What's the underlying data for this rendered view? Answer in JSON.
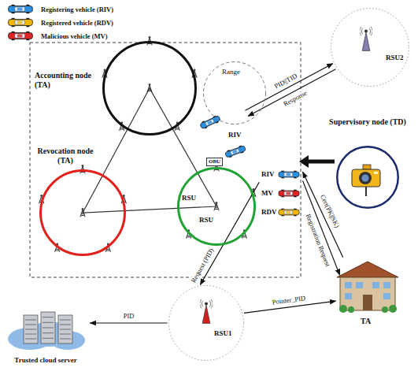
{
  "diagram": {
    "nodes": [
      {
        "text": [
          "Accounting node (TA)"
        ]
      },
      {
        "text": [
          "Revocation node (TA)"
        ]
      },
      {
        "text": [
          "RSU",
          "RSU"
        ]
      },
      {
        "text": [
          "Range"
        ]
      },
      {
        "text": [
          "RSU2"
        ]
      },
      {
        "text": [
          "RIV"
        ]
      },
      {
        "text": [
          "RIV"
        ]
      },
      {
        "text": [
          "MV"
        ]
      },
      {
        "text": [
          "RDV"
        ]
      },
      {
        "text": [
          "Supervisory node (TD)"
        ]
      },
      {
        "text": [
          "TA"
        ]
      },
      {
        "text": [
          "RSU1"
        ]
      },
      {
        "text": [
          "Trusted cloud server"
        ]
      }
    ],
    "edges": [
      {
        "from": 5,
        "to": 4,
        "label": "PID||TID",
        "arrow": "to"
      },
      {
        "from": 4,
        "to": 5,
        "label": "Response",
        "arrow": "to"
      },
      {
        "from": 10,
        "to": 6,
        "label": "Cert(PK||SK)",
        "arrow": "to"
      },
      {
        "from": 6,
        "to": 10,
        "label": "Registration Request",
        "arrow": "to"
      },
      {
        "from": 6,
        "to": 11,
        "label": "Request (PID)",
        "arrow": "to"
      },
      {
        "from": 11,
        "to": 10,
        "label": "Pointer_PID",
        "arrow": "to"
      },
      {
        "from": 11,
        "to": 12,
        "label": "PID",
        "arrow": "to"
      }
    ],
    "labels": [
      "OBU"
    ],
    "legend": [
      {
        "text": "Registering vehicle (RIV)",
        "color": "#2b8fe0"
      },
      {
        "text": "Registered vehicle (RDV)",
        "color": "#f2b705"
      },
      {
        "text": "Malicious vehicle (MV)",
        "color": "#e02424"
      }
    ]
  }
}
